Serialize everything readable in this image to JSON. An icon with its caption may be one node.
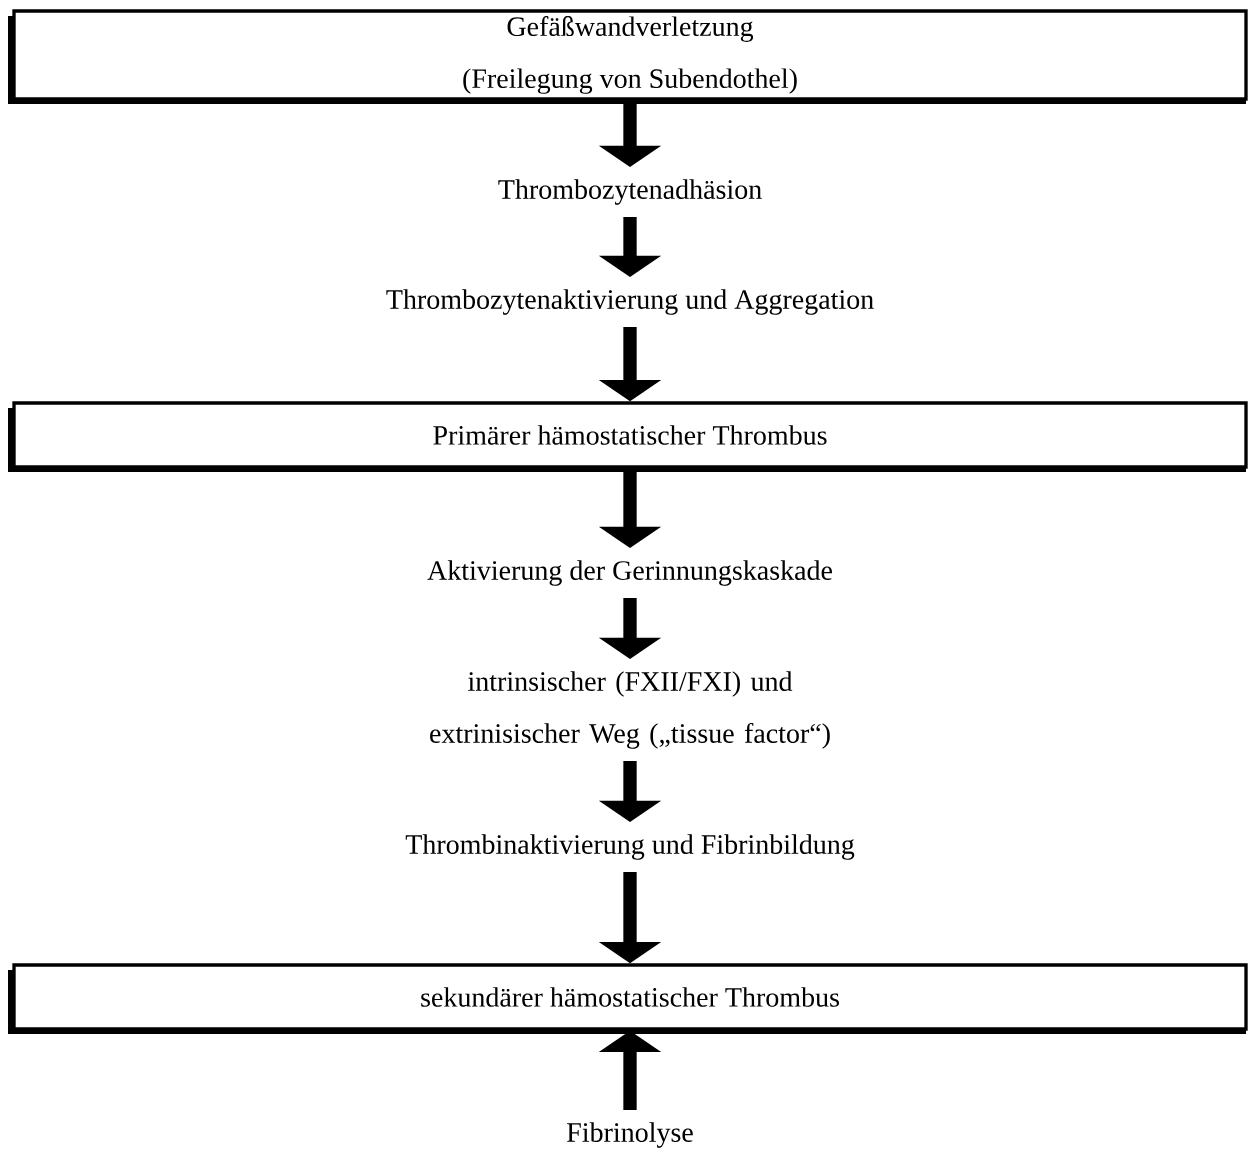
{
  "diagram": {
    "nodes": [
      {
        "text": [
          "Gefäßwandverletzung",
          "(Freilegung von Subendothel)"
        ]
      },
      {
        "text": [
          "Thrombozytenadhäsion"
        ]
      },
      {
        "text": [
          "Thrombozytenaktivierung und Aggregation"
        ]
      },
      {
        "text": [
          "Primärer hämostatischer Thrombus"
        ]
      },
      {
        "text": [
          "Aktivierung der Gerinnungskaskade"
        ]
      },
      {
        "text": [
          "intrinsischer (FXII/FXI) und extrinisischer Weg („tissue factor“)"
        ]
      },
      {
        "text": [
          "Thrombinaktivierung und Fibrinbildung"
        ]
      },
      {
        "text": [
          "sekundärer hämostatischer Thrombus"
        ]
      },
      {
        "text": [
          "Fibrinolyse"
        ]
      }
    ],
    "edges": [
      {
        "from": 0,
        "to": 1,
        "arrow": "to"
      },
      {
        "from": 1,
        "to": 2,
        "arrow": "to"
      },
      {
        "from": 2,
        "to": 3,
        "arrow": "to"
      },
      {
        "from": 3,
        "to": 4,
        "arrow": "to"
      },
      {
        "from": 4,
        "to": 5,
        "arrow": "to"
      },
      {
        "from": 5,
        "to": 6,
        "arrow": "to"
      },
      {
        "from": 6,
        "to": 7,
        "arrow": "to"
      },
      {
        "from": 8,
        "to": 7,
        "arrow": "to"
      }
    ]
  }
}
